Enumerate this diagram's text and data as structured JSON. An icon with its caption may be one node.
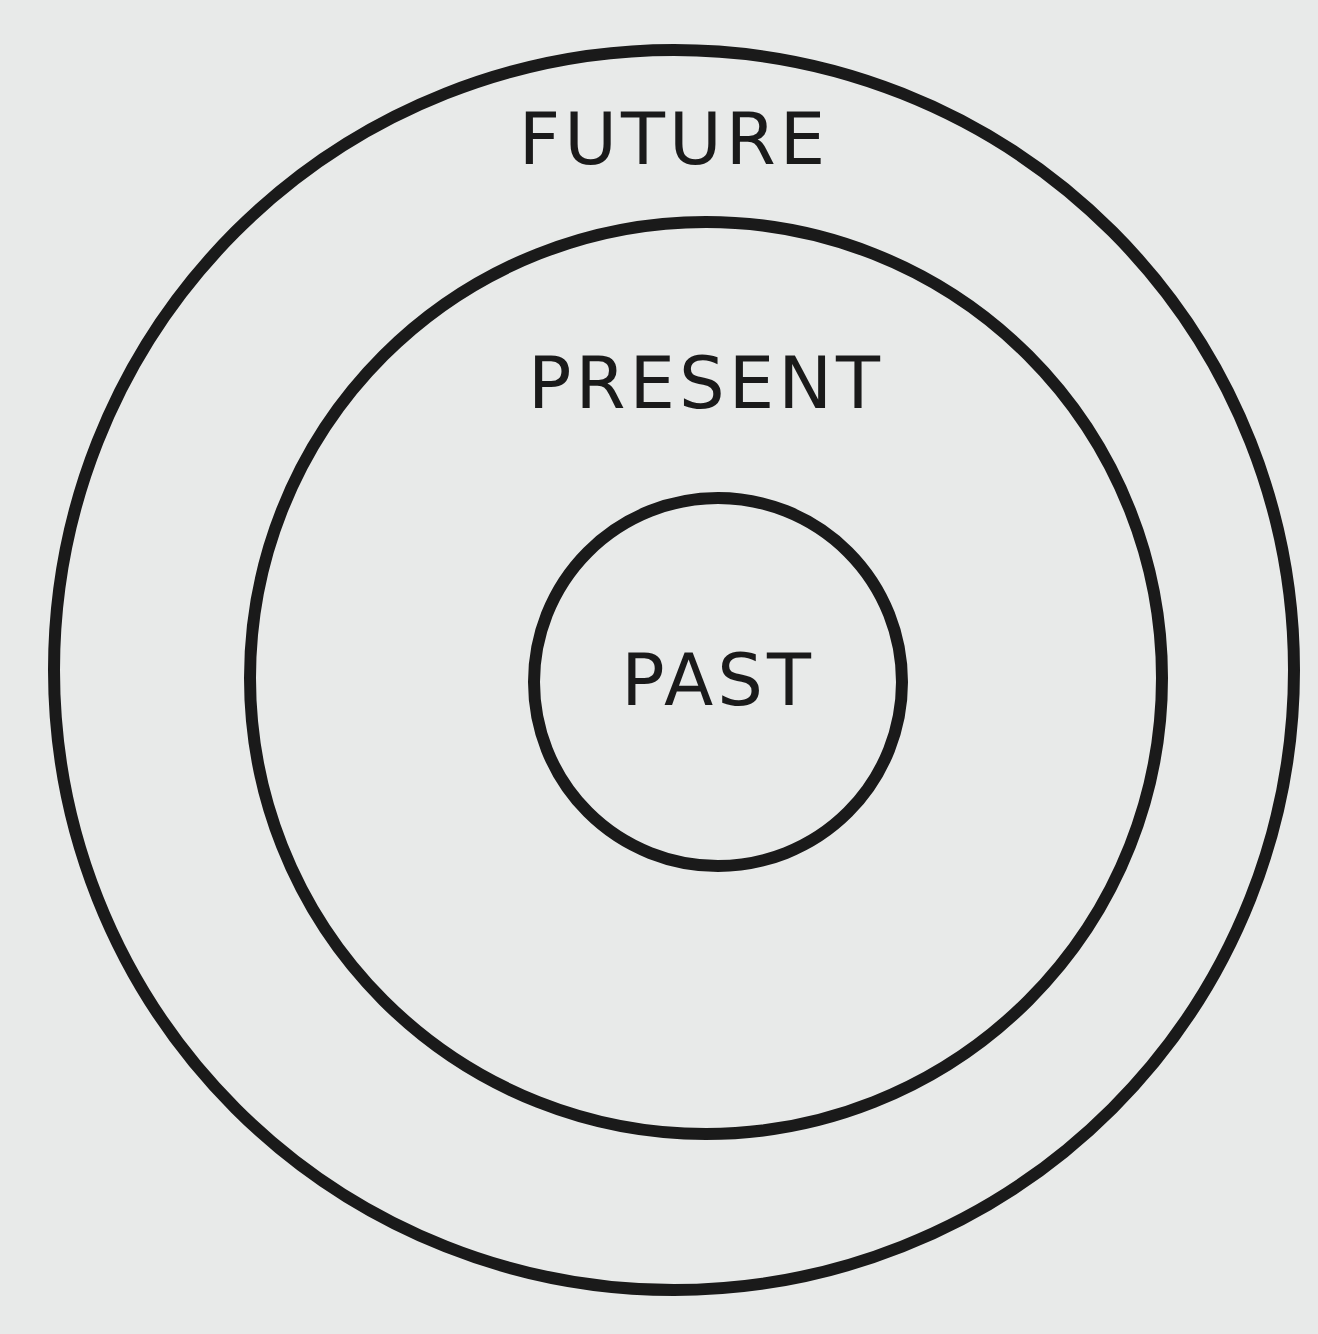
{
  "diagram": {
    "nodes": [
      {
        "text": [
          "FUTURE"
        ]
      },
      {
        "text": [
          "PRESENT"
        ],
        "in": 0
      },
      {
        "text": [
          "PAST"
        ],
        "in": 1
      }
    ]
  }
}
